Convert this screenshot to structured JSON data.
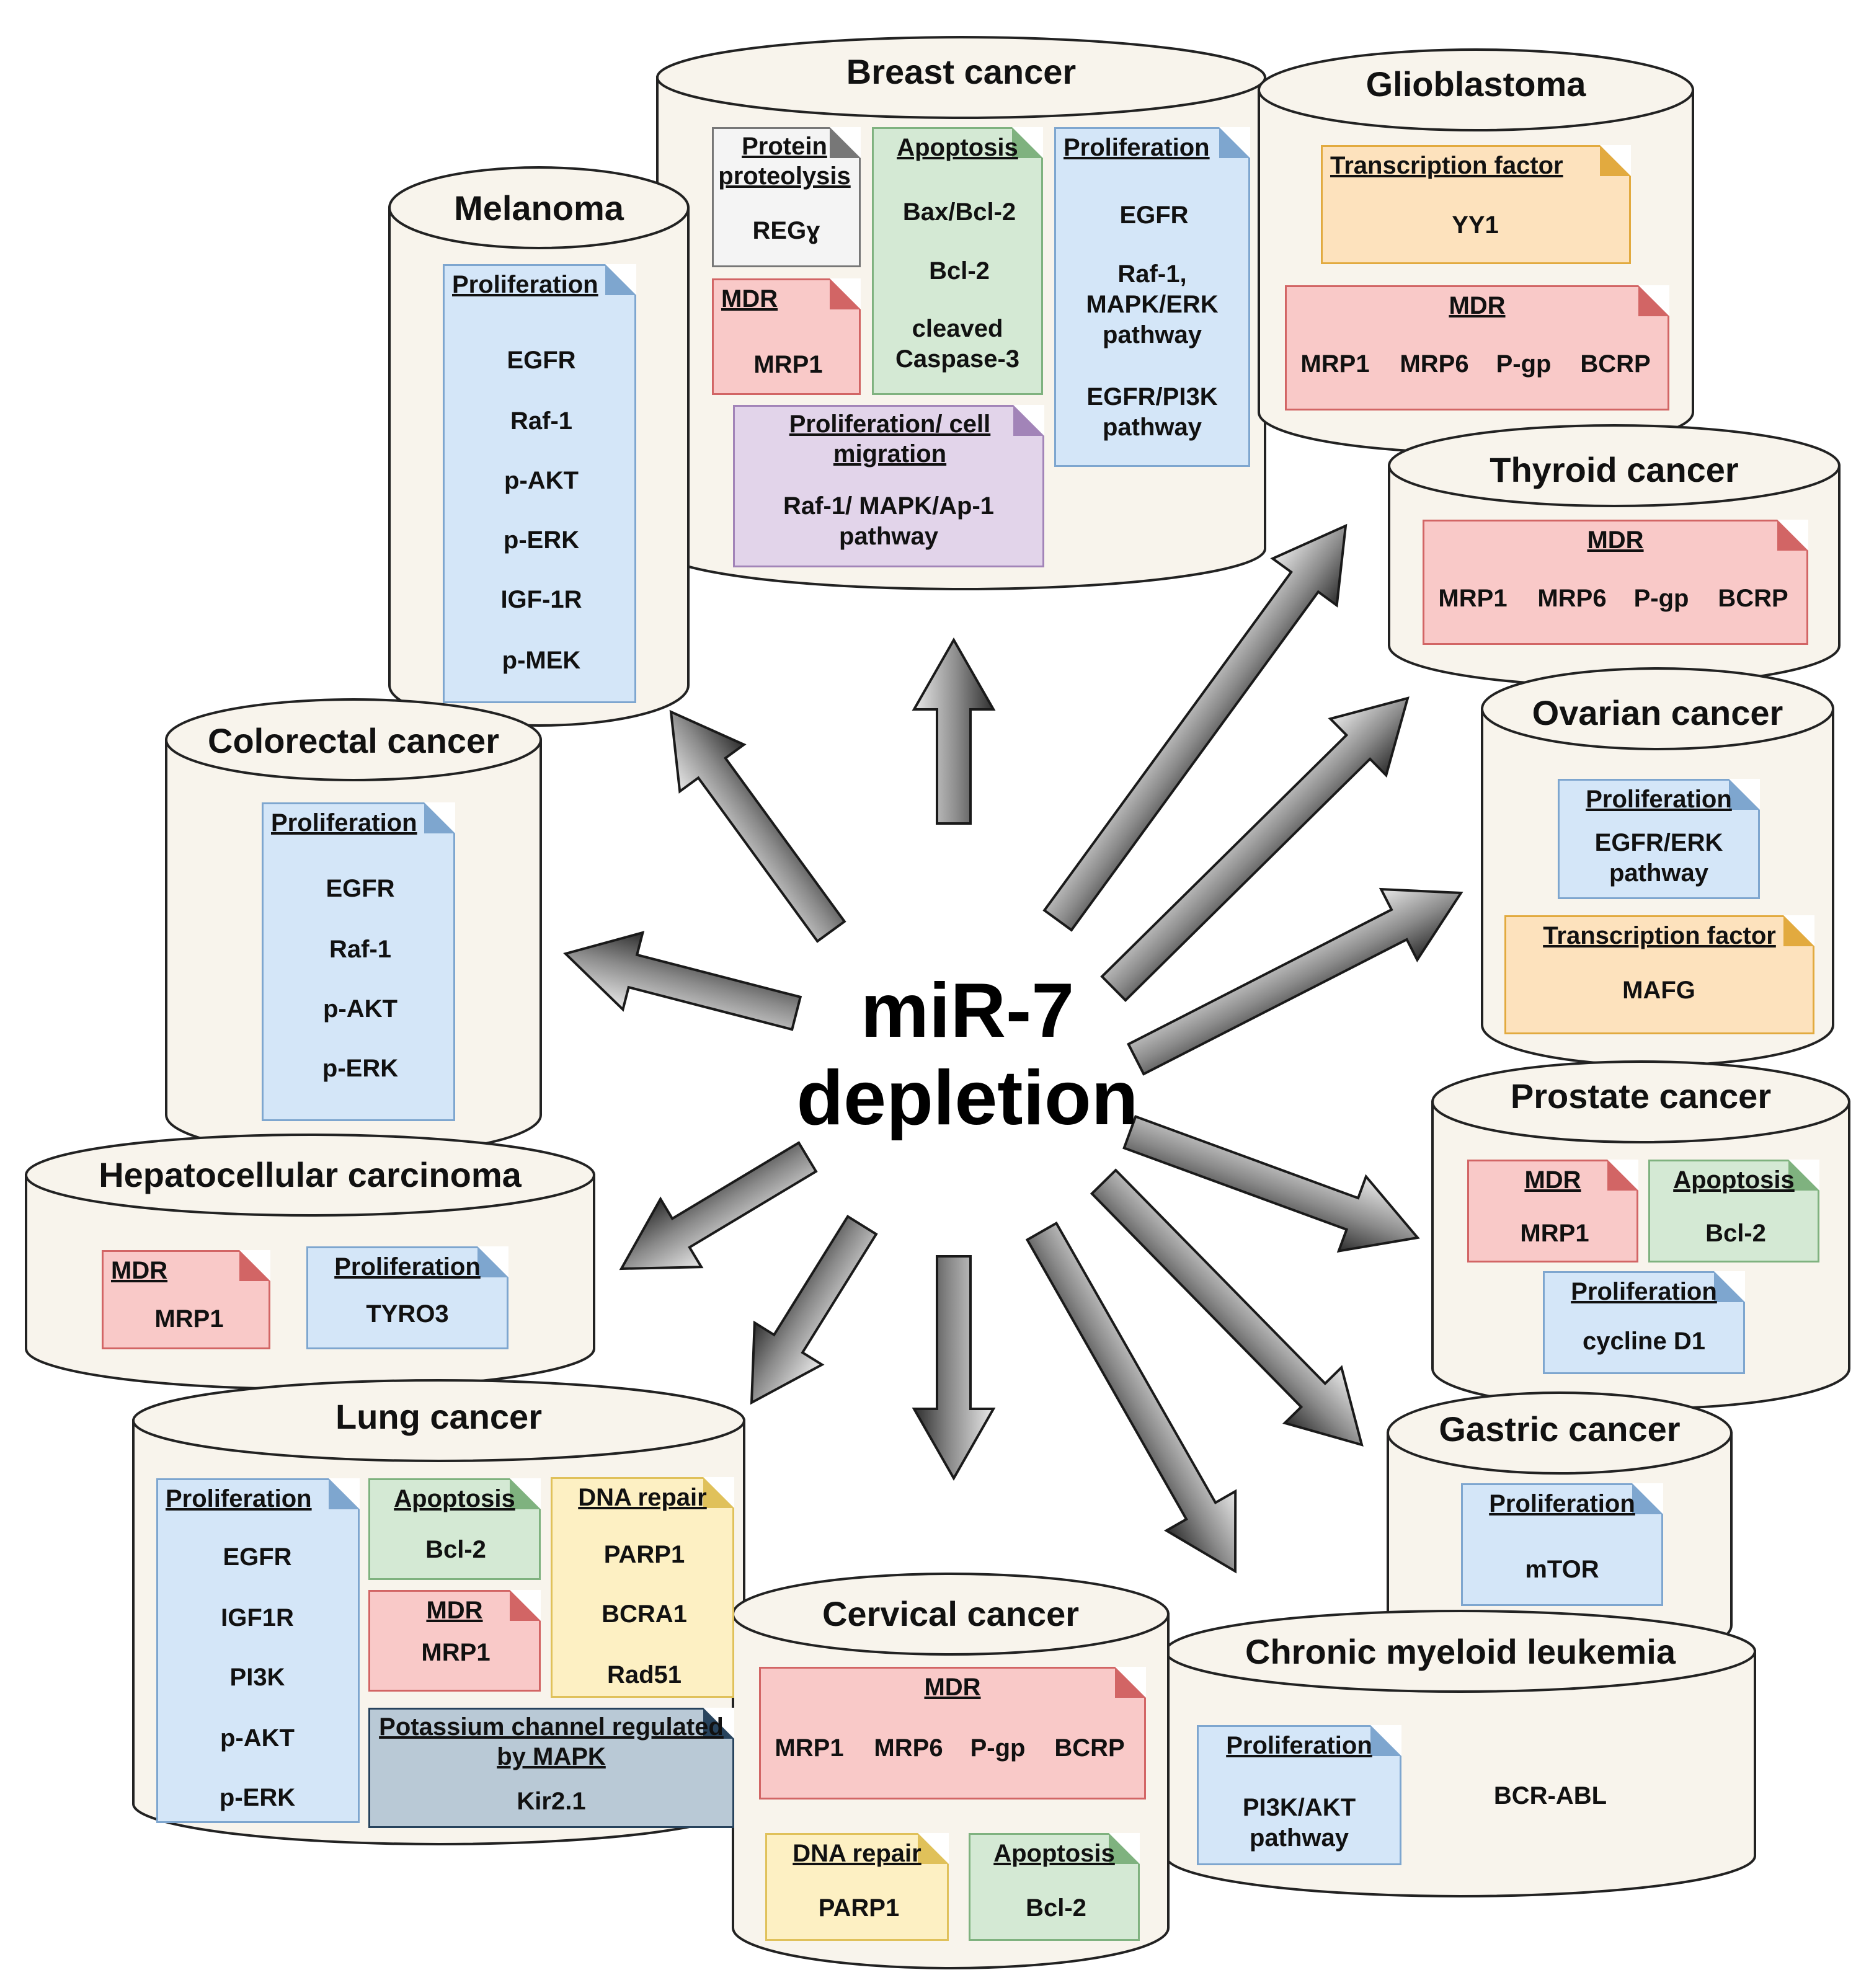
{
  "center": {
    "line1": "miR-7",
    "line2": "depletion"
  },
  "cancers": {
    "breast": {
      "title": "Breast cancer",
      "notes": {
        "protein": {
          "cat": "Protein proteolysis",
          "items": [
            "REGɣ"
          ]
        },
        "apoptosis": {
          "cat": "Apoptosis",
          "items": [
            "Bax/Bcl-2",
            "Bcl-2",
            "cleaved Caspase-3"
          ]
        },
        "proliferation": {
          "cat": "Proliferation",
          "items": [
            "EGFR",
            "Raf-1, MAPK/ERK pathway",
            "EGFR/PI3K pathway"
          ]
        },
        "mdr": {
          "cat": "MDR",
          "items": [
            "MRP1"
          ]
        },
        "migration": {
          "cat": "Proliferation/ cell migration",
          "items": [
            "Raf-1/ MAPK/Ap-1 pathway"
          ]
        }
      }
    },
    "glioblastoma": {
      "title": "Glioblastoma",
      "notes": {
        "tf": {
          "cat": "Transcription factor",
          "items": [
            "YY1"
          ]
        },
        "mdr": {
          "cat": "MDR",
          "items": [
            "MRP1",
            "MRP6",
            "P-gp",
            "BCRP"
          ]
        }
      }
    },
    "melanoma": {
      "title": "Melanoma",
      "notes": {
        "proliferation": {
          "cat": "Proliferation",
          "items": [
            "EGFR",
            "Raf-1",
            "p-AKT",
            "p-ERK",
            "IGF-1R",
            "p-MEK"
          ]
        }
      }
    },
    "thyroid": {
      "title": "Thyroid cancer",
      "notes": {
        "mdr": {
          "cat": "MDR",
          "items": [
            "MRP1",
            "MRP6",
            "P-gp",
            "BCRP"
          ]
        }
      }
    },
    "colorectal": {
      "title": "Colorectal cancer",
      "notes": {
        "proliferation": {
          "cat": "Proliferation",
          "items": [
            "EGFR",
            "Raf-1",
            "p-AKT",
            "p-ERK"
          ]
        }
      }
    },
    "ovarian": {
      "title": "Ovarian cancer",
      "notes": {
        "proliferation": {
          "cat": "Proliferation",
          "items": [
            "EGFR/ERK pathway"
          ]
        },
        "tf": {
          "cat": "Transcription factor",
          "items": [
            "MAFG"
          ]
        }
      }
    },
    "prostate": {
      "title": "Prostate cancer",
      "notes": {
        "mdr": {
          "cat": "MDR",
          "items": [
            "MRP1"
          ]
        },
        "apoptosis": {
          "cat": "Apoptosis",
          "items": [
            "Bcl-2"
          ]
        },
        "proliferation": {
          "cat": "Proliferation",
          "items": [
            "cycline D1"
          ]
        }
      }
    },
    "hcc": {
      "title": "Hepatocellular carcinoma",
      "notes": {
        "mdr": {
          "cat": "MDR",
          "items": [
            "MRP1"
          ]
        },
        "proliferation": {
          "cat": "Proliferation",
          "items": [
            "TYRO3"
          ]
        }
      }
    },
    "gastric": {
      "title": "Gastric cancer",
      "notes": {
        "proliferation": {
          "cat": "Proliferation",
          "items": [
            "mTOR"
          ]
        }
      }
    },
    "lung": {
      "title": "Lung cancer",
      "notes": {
        "proliferation": {
          "cat": "Proliferation",
          "items": [
            "EGFR",
            "IGF1R",
            "PI3K",
            "p-AKT",
            "p-ERK"
          ]
        },
        "apoptosis": {
          "cat": "Apoptosis",
          "items": [
            "Bcl-2"
          ]
        },
        "dna": {
          "cat": "DNA repair",
          "items": [
            "PARP1",
            "BCRA1",
            "Rad51"
          ]
        },
        "mdr": {
          "cat": "MDR",
          "items": [
            "MRP1"
          ]
        },
        "potassium": {
          "cat": "Potassium channel regulated by MAPK",
          "items": [
            "Kir2.1"
          ]
        }
      }
    },
    "cervical": {
      "title": "Cervical cancer",
      "notes": {
        "mdr": {
          "cat": "MDR",
          "items": [
            "MRP1",
            "MRP6",
            "P-gp",
            "BCRP"
          ]
        },
        "dna": {
          "cat": "DNA repair",
          "items": [
            "PARP1"
          ]
        },
        "apoptosis": {
          "cat": "Apoptosis",
          "items": [
            "Bcl-2"
          ]
        }
      }
    },
    "cml": {
      "title": "Chronic myeloid leukemia",
      "notes": {
        "proliferation": {
          "cat": "Proliferation",
          "items": [
            "PI3K/AKT pathway"
          ]
        }
      },
      "extra": "BCR-ABL"
    }
  }
}
